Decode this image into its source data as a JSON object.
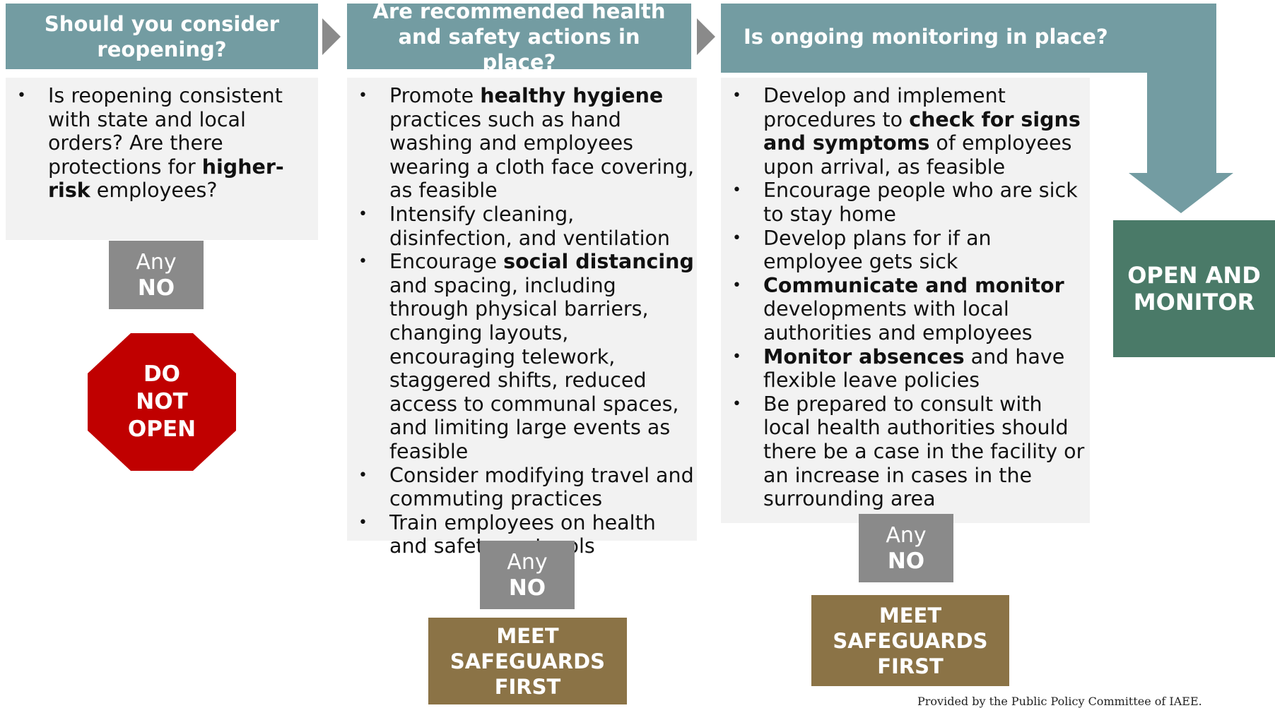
{
  "colors": {
    "header_teal": "#739ca2",
    "panel_gray": "#f2f2f2",
    "any_no_gray": "#8a8a8a",
    "stop_red": "#c00000",
    "meet_brown": "#8b7346",
    "open_green": "#4a7a68",
    "chevron_gray": "#8a8a8a"
  },
  "columns": [
    {
      "header": "Should you consider reopening?",
      "bullets": [
        [
          {
            "t": "Is reopening consistent with state and local orders? Are there protections for ",
            "b": false
          },
          {
            "t": "higher-risk",
            "b": true
          },
          {
            "t": " employees?",
            "b": false
          }
        ]
      ],
      "any_label": "Any",
      "no_label": "NO",
      "outcome_lines": [
        "DO",
        "NOT",
        "OPEN"
      ],
      "outcome_icon": "stop-sign-icon"
    },
    {
      "header": "Are recommended health and safety actions in place?",
      "bullets": [
        [
          {
            "t": "Promote ",
            "b": false
          },
          {
            "t": "healthy hygiene",
            "b": true
          },
          {
            "t": " practices such as hand washing and employees wearing a cloth face covering, as feasible",
            "b": false
          }
        ],
        [
          {
            "t": "Intensify cleaning, disinfection, and ventilation",
            "b": false
          }
        ],
        [
          {
            "t": "Encourage ",
            "b": false
          },
          {
            "t": "social distancing",
            "b": true
          },
          {
            "t": " and spacing, including through physical barriers, changing layouts, encouraging telework, staggered shifts, reduced access to communal spaces, and limiting large events as feasible",
            "b": false
          }
        ],
        [
          {
            "t": "Consider modifying travel and commuting practices",
            "b": false
          }
        ],
        [
          {
            "t": "Train employees on health and safety protocols",
            "b": false
          }
        ]
      ],
      "any_label": "Any",
      "no_label": "NO",
      "outcome_lines": [
        "MEET",
        "SAFEGUARDS",
        "FIRST"
      ]
    },
    {
      "header": "Is ongoing monitoring in place?",
      "bullets": [
        [
          {
            "t": "Develop and implement procedures to ",
            "b": false
          },
          {
            "t": "check for signs and symptoms",
            "b": true
          },
          {
            "t": " of employees upon arrival, as feasible",
            "b": false
          }
        ],
        [
          {
            "t": "Encourage people who are sick to stay home",
            "b": false
          }
        ],
        [
          {
            "t": "Develop plans for if an employee gets sick",
            "b": false
          }
        ],
        [
          {
            "t": "Communicate and monitor",
            "b": true
          },
          {
            "t": " developments with local authorities and employees",
            "b": false
          }
        ],
        [
          {
            "t": "Monitor absences",
            "b": true
          },
          {
            "t": " and have flexible leave policies",
            "b": false
          }
        ],
        [
          {
            "t": "Be prepared to consult with local health authorities should there be a case in the facility or an increase in cases in the surrounding area",
            "b": false
          }
        ]
      ],
      "any_label": "Any",
      "no_label": "NO",
      "outcome_lines": [
        "MEET",
        "SAFEGUARDS",
        "FIRST"
      ]
    }
  ],
  "final": {
    "lines": [
      "OPEN AND",
      "MONITOR"
    ]
  },
  "footer": "Provided by the Public Policy Committee of IAEE."
}
